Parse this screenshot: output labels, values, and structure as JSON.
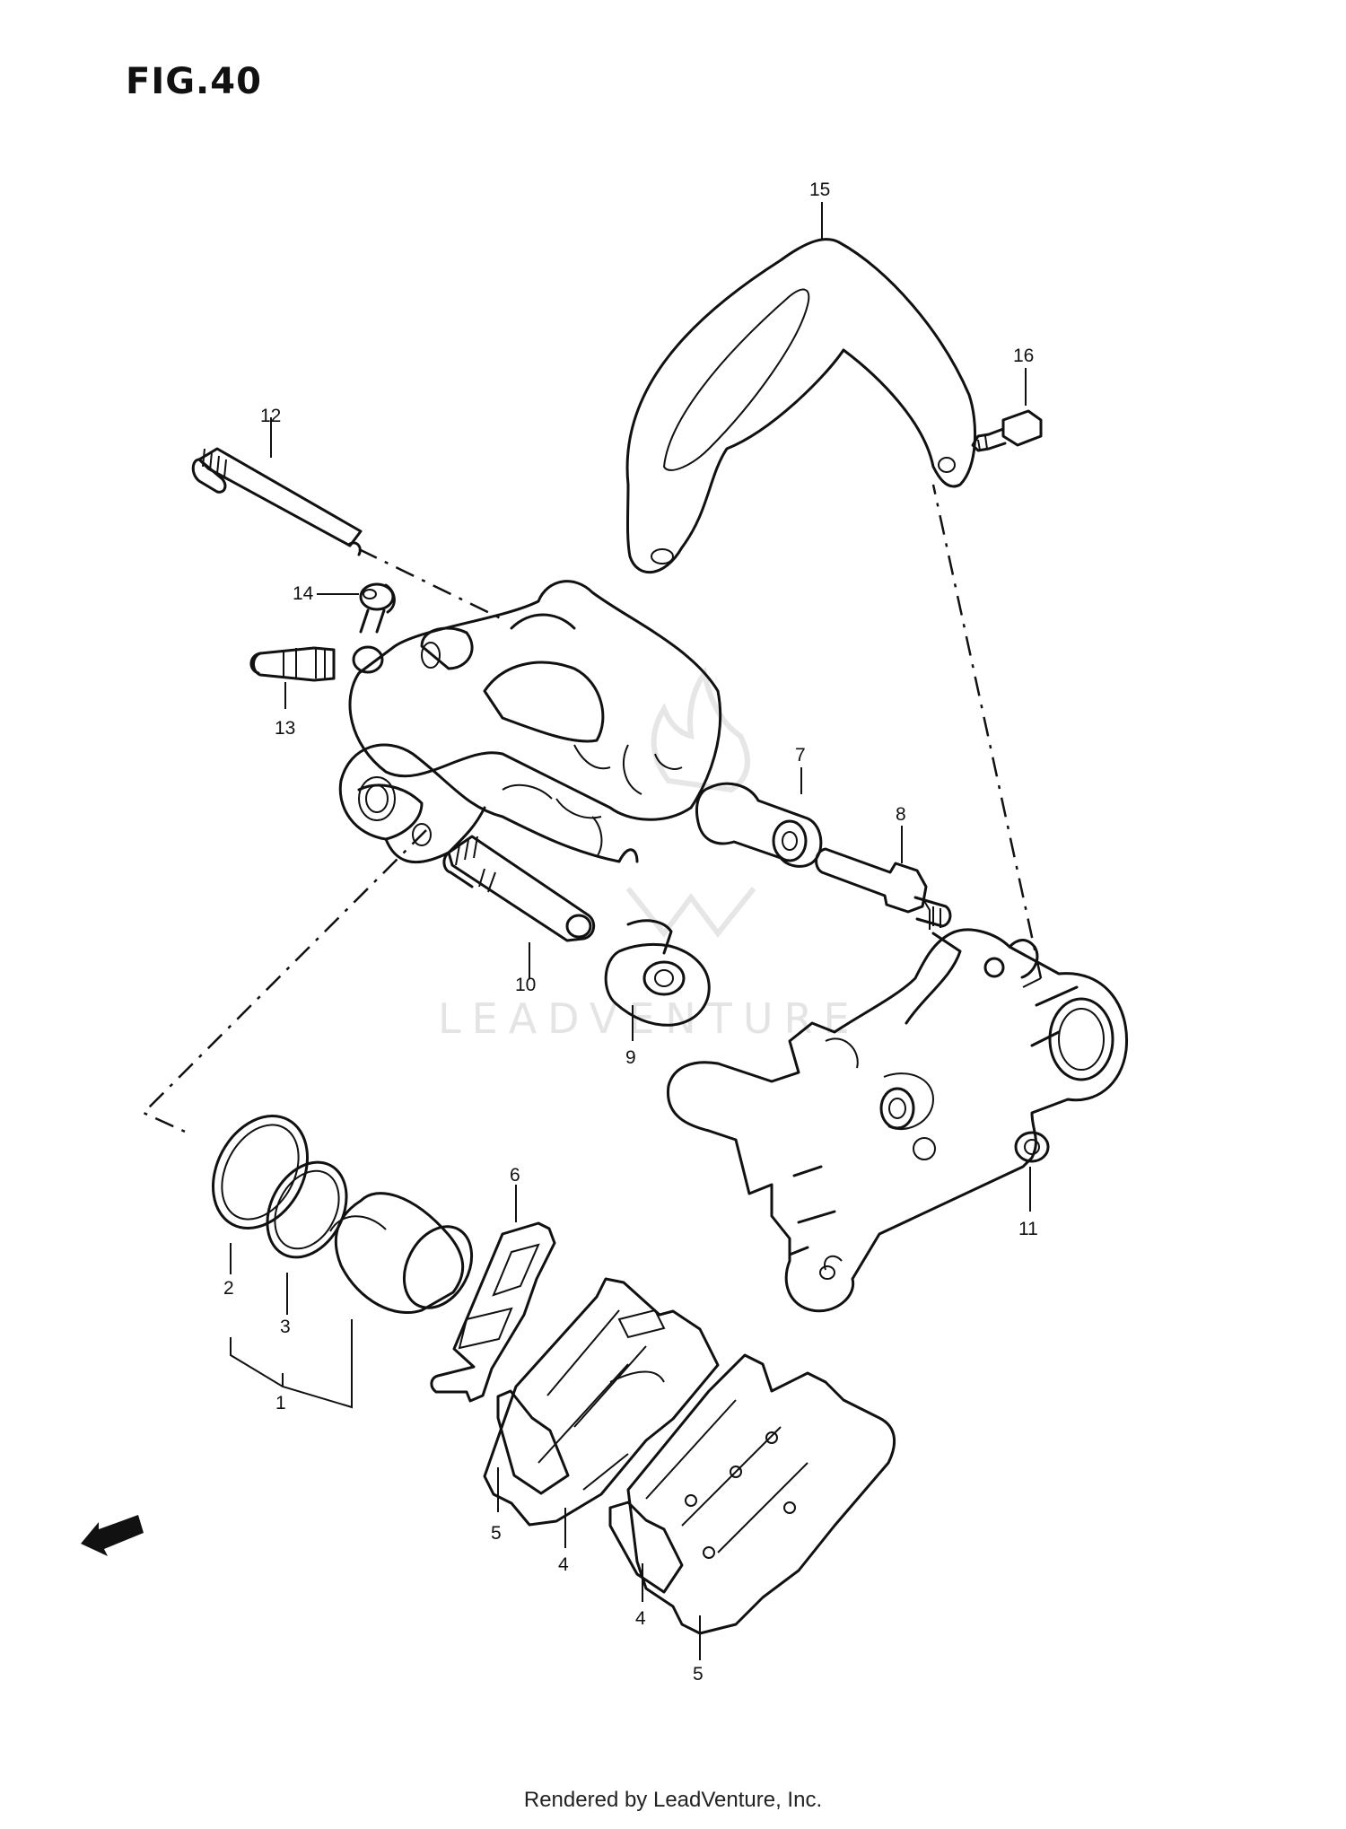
{
  "figure": {
    "title": "FIG.40"
  },
  "callouts": [
    "1",
    "2",
    "3",
    "4",
    "4",
    "5",
    "5",
    "6",
    "7",
    "8",
    "9",
    "10",
    "11",
    "12",
    "13",
    "14",
    "15",
    "16"
  ],
  "fwd_label": "FWD",
  "watermark": "LEADVENTURE",
  "footer": "Rendered by LeadVenture, Inc."
}
